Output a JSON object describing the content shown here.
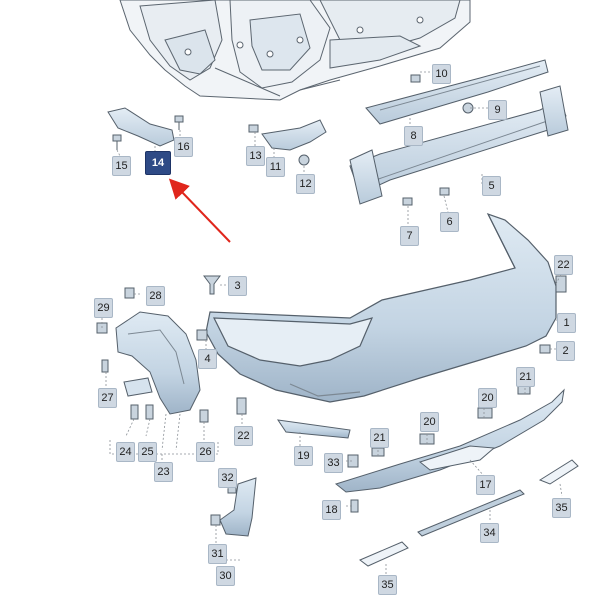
{
  "colors": {
    "part_fill": "#d6e3ee",
    "part_stroke": "#55606b",
    "leader": "#8a9096",
    "badge_fill": "#cfd8e2",
    "highlight_badge": "#2e4a86",
    "arrow": "#e0261c"
  },
  "callouts": {
    "c1": "1",
    "c2": "2",
    "c3": "3",
    "c4": "4",
    "c5": "5",
    "c6": "6",
    "c7": "7",
    "c8": "8",
    "c9": "9",
    "c10": "10",
    "c11": "11",
    "c12": "12",
    "c13": "13",
    "c14": "14",
    "c15": "15",
    "c16": "16",
    "c17": "17",
    "c18": "18",
    "c19": "19",
    "c20a": "20",
    "c20b": "20",
    "c21a": "21",
    "c21b": "21",
    "c22a": "22",
    "c22b": "22",
    "c23": "23",
    "c24": "24",
    "c25": "25",
    "c26": "26",
    "c27": "27",
    "c28": "28",
    "c29": "29",
    "c30": "30",
    "c31": "31",
    "c32": "32",
    "c33": "33",
    "c34": "34",
    "c35a": "35",
    "c35b": "35"
  },
  "highlighted_part": "14",
  "pointer": "red arrow pointing to highlighted part 14"
}
